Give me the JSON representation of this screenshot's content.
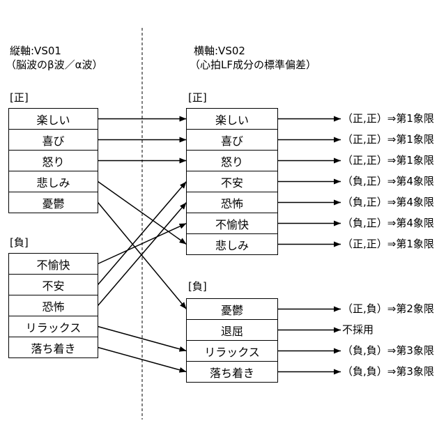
{
  "left_axis": {
    "title": "縦軸:VS01",
    "subtitle": "（脳波のβ波／α波）",
    "positive": {
      "label": "[正]",
      "items": [
        "楽しい",
        "喜び",
        "怒り",
        "悲しみ",
        "憂鬱"
      ]
    },
    "negative": {
      "label": "[負]",
      "items": [
        "不愉快",
        "不安",
        "恐怖",
        "リラックス",
        "落ち着き"
      ]
    }
  },
  "right_axis": {
    "title": "横軸:VS02",
    "subtitle": "（心拍LF成分の標準偏差）",
    "positive": {
      "label": "[正]",
      "items": [
        {
          "name": "楽しい",
          "result": "（正,正）⇒第1象限"
        },
        {
          "name": "喜び",
          "result": "（正,正）⇒第1象限"
        },
        {
          "name": "怒り",
          "result": "（正,正）⇒第1象限"
        },
        {
          "name": "不安",
          "result": "（負,正）⇒第4象限"
        },
        {
          "name": "恐怖",
          "result": "（負,正）⇒第4象限"
        },
        {
          "name": "不愉快",
          "result": "（負,正）⇒第4象限"
        },
        {
          "name": "悲しみ",
          "result": "（正,正）⇒第1象限"
        }
      ]
    },
    "negative": {
      "label": "[負]",
      "items": [
        {
          "name": "憂鬱",
          "result": "（正,負）⇒第2象限"
        },
        {
          "name": "退屈",
          "result": "不採用"
        },
        {
          "name": "リラックス",
          "result": "（負,負）⇒第3象限"
        },
        {
          "name": "落ち着き",
          "result": "（負,負）⇒第3象限"
        }
      ]
    }
  },
  "links": [
    {
      "from": 0,
      "to": 0
    },
    {
      "from": 1,
      "to": 1
    },
    {
      "from": 2,
      "to": 2
    },
    {
      "from": 3,
      "to": 6
    },
    {
      "from": 4,
      "to": 7
    },
    {
      "from": 5,
      "to": 5
    },
    {
      "from": 6,
      "to": 3
    },
    {
      "from": 7,
      "to": 4
    },
    {
      "from": 8,
      "to": 9
    },
    {
      "from": 9,
      "to": 10
    }
  ]
}
